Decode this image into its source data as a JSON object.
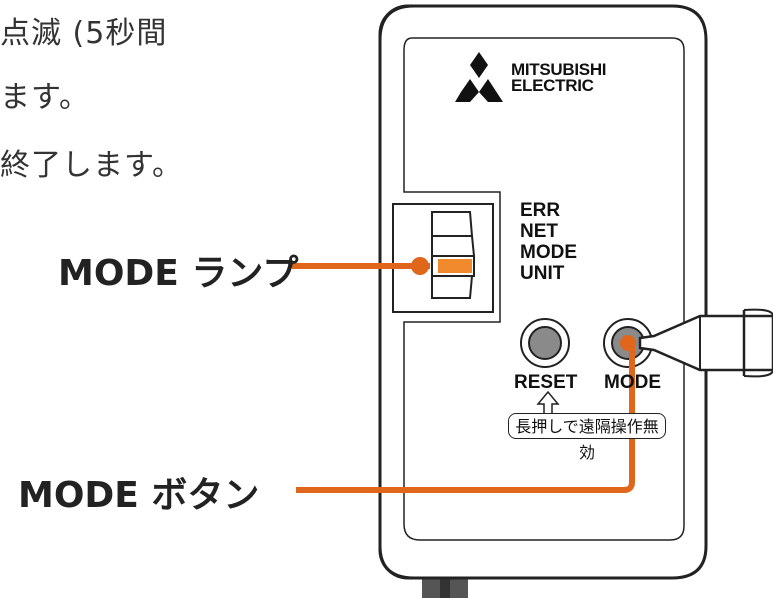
{
  "instructions": {
    "line1": "点滅 (5秒間",
    "line2": "ます。",
    "line3": "終了します。"
  },
  "callouts": {
    "mode_lamp": "MODE ランプ",
    "mode_button": "MODE ボタン"
  },
  "device": {
    "brand_line1": "MITSUBISHI",
    "brand_line2": "ELECTRIC",
    "lamp_labels": [
      "ERR",
      "NET",
      "MODE",
      "UNIT"
    ],
    "reset_label": "RESET",
    "mode_label": "MODE",
    "reset_note": "長押しで遠隔操作無効"
  },
  "colors": {
    "callout_line": "#e0661c",
    "lamp_on": "#f08a2c",
    "device_outline": "#222222",
    "button_fill": "#8a8a8a"
  }
}
